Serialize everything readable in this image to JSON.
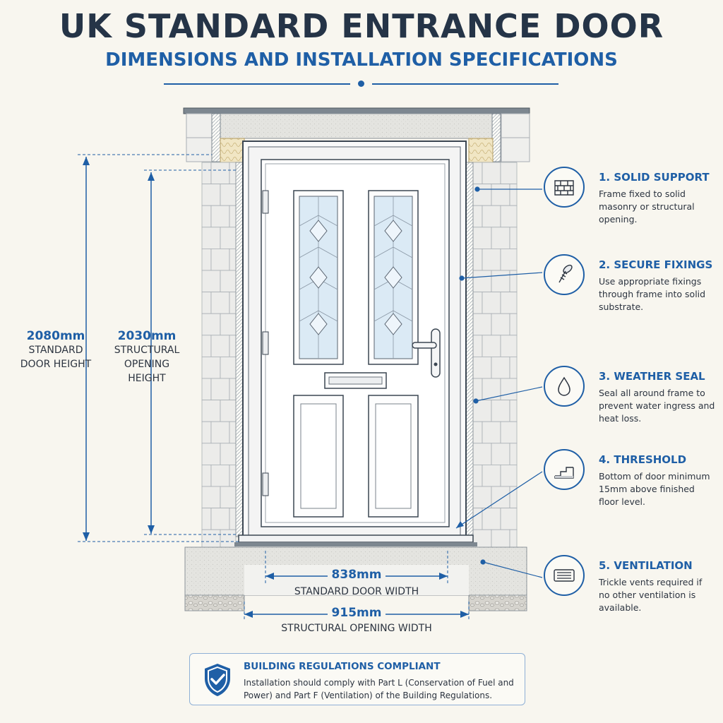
{
  "header": {
    "title": "UK STANDARD ENTRANCE DOOR",
    "subtitle": "DIMENSIONS AND INSTALLATION SPECIFICATIONS"
  },
  "dimensions": {
    "door_height": {
      "value": "2080mm",
      "caption_line1": "STANDARD",
      "caption_line2": "DOOR HEIGHT"
    },
    "opening_height": {
      "value": "2030mm",
      "caption_line1": "STRUCTURAL",
      "caption_line2": "OPENING",
      "caption_line3": "HEIGHT"
    },
    "door_width": {
      "value": "838mm",
      "caption": "STANDARD DOOR WIDTH"
    },
    "opening_width": {
      "value": "915mm",
      "caption": "STRUCTURAL OPENING WIDTH"
    }
  },
  "specs": [
    {
      "title": "1. SOLID SUPPORT",
      "description": "Frame fixed to solid masonry or structural opening.",
      "icon": "brick-wall-icon"
    },
    {
      "title": "2. SECURE FIXINGS",
      "description": "Use appropriate fixings through frame into solid substrate.",
      "icon": "screw-icon"
    },
    {
      "title": "3. WEATHER SEAL",
      "description": "Seal all around frame to prevent water ingress and heat loss.",
      "icon": "water-drop-icon"
    },
    {
      "title": "4. THRESHOLD",
      "description": "Bottom of door minimum 15mm above finished floor level.",
      "icon": "step-icon"
    },
    {
      "title": "5. VENTILATION",
      "description": "Trickle vents required if no other ventilation is available.",
      "icon": "vent-icon"
    }
  ],
  "compliance": {
    "title": "BUILDING REGULATIONS COMPLIANT",
    "text": "Installation should comply with Part L (Conservation of Fuel and Power) and Part F (Ventilation) of the Building Regulations.",
    "icon": "shield-check-icon"
  },
  "colors": {
    "accent": "#1f5fa6",
    "title": "#253447",
    "background": "#f8f6ef",
    "brick": "#ececea",
    "glass": "#dbeaf5"
  }
}
